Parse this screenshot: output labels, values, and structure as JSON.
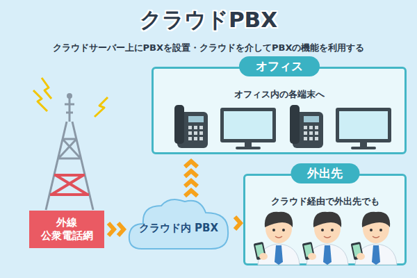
{
  "diagram": {
    "title": "クラウドPBX",
    "nodes": [
      {
        "text": [
          "オフィス",
          "オフィス内の各端末へ"
        ]
      },
      {
        "text": [
          "外出先",
          "クラウド経由で外出先でも"
        ]
      },
      {
        "text": [
          "外線 公衆電話網"
        ]
      },
      {
        "text": [
          "クラウド内 PBX"
        ]
      }
    ],
    "edges": [
      {
        "from": 2,
        "to": 3,
        "arrow": "to"
      },
      {
        "from": 3,
        "to": 0,
        "arrow": "to"
      },
      {
        "from": 3,
        "to": 1,
        "arrow": "to"
      }
    ],
    "labels": [
      "クラウドサーバー上にPBXを設置・クラウドを介してPBXの機能を利用する"
    ]
  }
}
